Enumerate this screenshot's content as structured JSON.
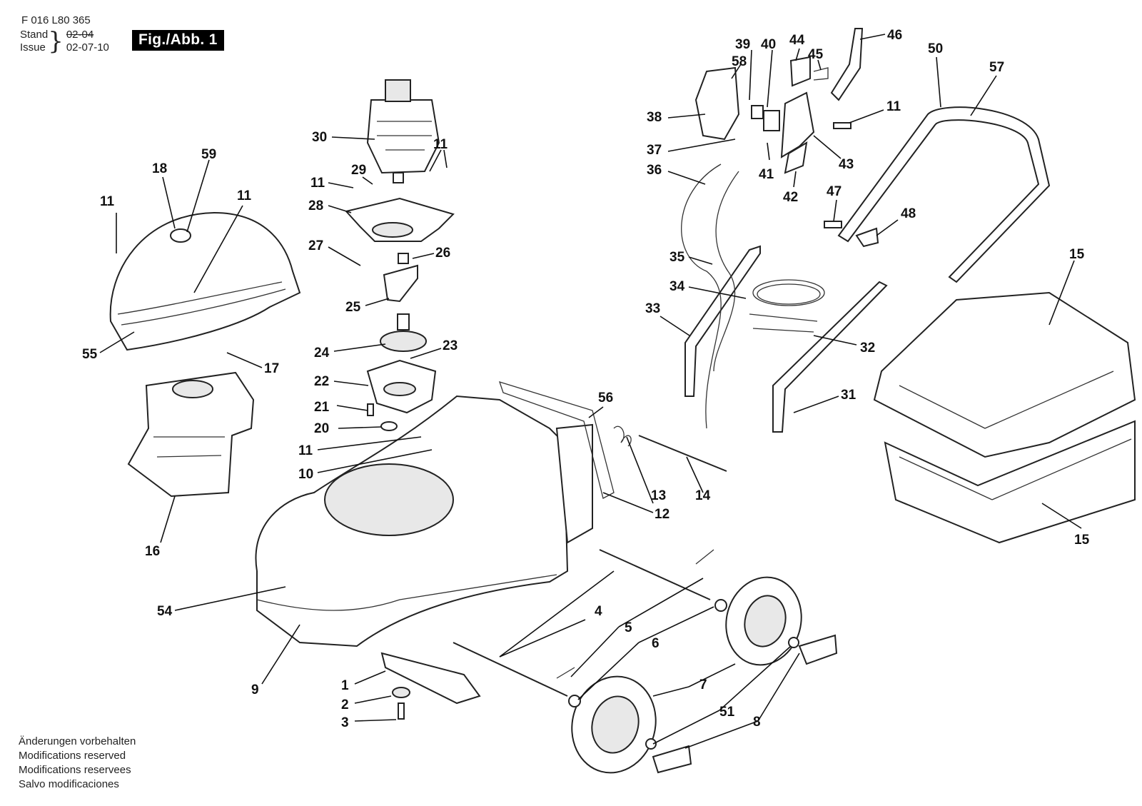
{
  "header": {
    "doc_code": "F 016 L80 365",
    "stand_label": "Stand",
    "issue_label": "Issue",
    "stand_value": "02-04",
    "issue_value": "02-07-10",
    "figure": "Fig./Abb. 1"
  },
  "footer_notes": [
    "Änderungen vorbehalten",
    "Modifications reserved",
    "Modifications reservees",
    "Salvo modificaciones"
  ],
  "callouts": [
    "1",
    "2",
    "3",
    "4",
    "5",
    "6",
    "7",
    "8",
    "9",
    "10",
    "11",
    "11",
    "11",
    "11",
    "11",
    "11",
    "12",
    "13",
    "14",
    "15",
    "15",
    "16",
    "17",
    "18",
    "20",
    "21",
    "22",
    "23",
    "24",
    "25",
    "26",
    "27",
    "28",
    "29",
    "30",
    "31",
    "32",
    "33",
    "34",
    "35",
    "36",
    "37",
    "38",
    "39",
    "40",
    "41",
    "42",
    "43",
    "44",
    "45",
    "46",
    "47",
    "48",
    "50",
    "51",
    "54",
    "55",
    "56",
    "57",
    "58",
    "59"
  ]
}
